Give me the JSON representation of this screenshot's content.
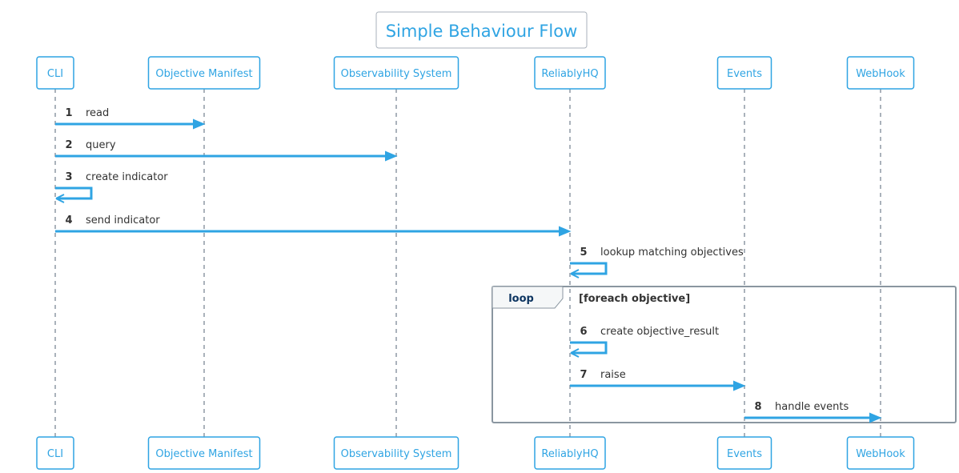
{
  "title": "Simple Behaviour Flow",
  "participants": [
    {
      "id": "cli",
      "label": "CLI"
    },
    {
      "id": "manifest",
      "label": "Objective Manifest"
    },
    {
      "id": "observability",
      "label": "Observability System"
    },
    {
      "id": "reliablyhq",
      "label": "ReliablyHQ"
    },
    {
      "id": "events",
      "label": "Events"
    },
    {
      "id": "webhook",
      "label": "WebHook"
    }
  ],
  "messages": [
    {
      "num": "1",
      "label": "read",
      "from": "cli",
      "to": "manifest"
    },
    {
      "num": "2",
      "label": "query",
      "from": "cli",
      "to": "observability"
    },
    {
      "num": "3",
      "label": "create indicator",
      "from": "cli",
      "to": "cli"
    },
    {
      "num": "4",
      "label": "send indicator",
      "from": "cli",
      "to": "reliablyhq"
    },
    {
      "num": "5",
      "label": "lookup matching objectives",
      "from": "reliablyhq",
      "to": "reliablyhq"
    },
    {
      "num": "6",
      "label": "create objective_result",
      "from": "reliablyhq",
      "to": "reliablyhq"
    },
    {
      "num": "7",
      "label": "raise",
      "from": "reliablyhq",
      "to": "events"
    },
    {
      "num": "8",
      "label": "handle events",
      "from": "events",
      "to": "webhook"
    }
  ],
  "loop": {
    "keyword": "loop",
    "condition": "[foreach objective]",
    "first_message": "6",
    "last_message": "8"
  },
  "colors": {
    "accent": "#2fa4e3",
    "lifeline": "#aab2bb",
    "loop_border": "#8a96a0",
    "loop_keyword": "#0d3561",
    "text": "#333333"
  }
}
